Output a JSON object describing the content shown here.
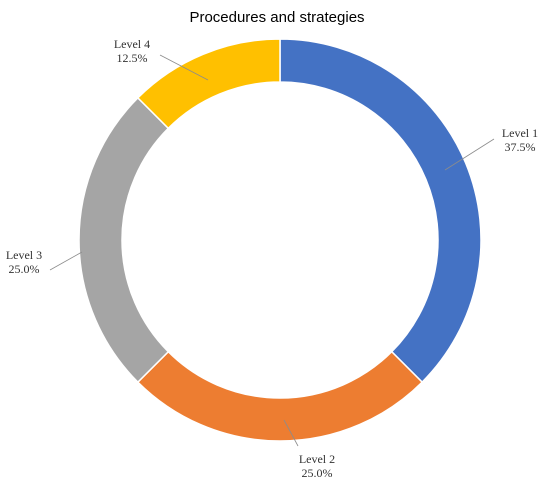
{
  "chart_data": {
    "type": "pie",
    "title": "Procedures and strategies",
    "slices": [
      {
        "label": "Level 1",
        "value": 37.5,
        "display": "37.5%",
        "color": "#4472C4"
      },
      {
        "label": "Level 2",
        "value": 25.0,
        "display": "25.0%",
        "color": "#ED7D31"
      },
      {
        "label": "Level 3",
        "value": 25.0,
        "display": "25.0%",
        "color": "#A5A5A5"
      },
      {
        "label": "Level 4",
        "value": 12.5,
        "display": "12.5%",
        "color": "#FFC000"
      }
    ],
    "legend": "none",
    "style": "doughnut"
  }
}
